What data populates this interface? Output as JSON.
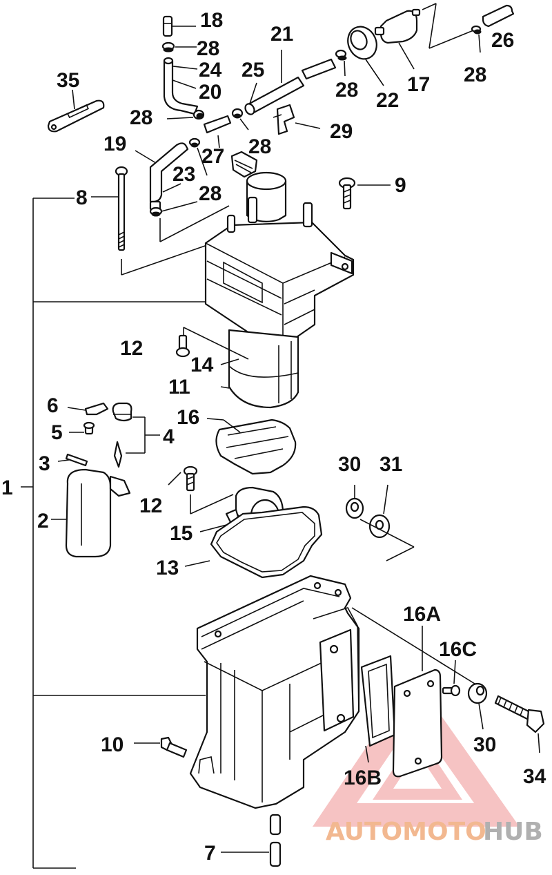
{
  "diagram": {
    "callouts": [
      {
        "id": "c18",
        "text": "18"
      },
      {
        "id": "c28a",
        "text": "28"
      },
      {
        "id": "c24",
        "text": "24"
      },
      {
        "id": "c20",
        "text": "20"
      },
      {
        "id": "c21",
        "text": "21"
      },
      {
        "id": "c25",
        "text": "25"
      },
      {
        "id": "c22",
        "text": "22"
      },
      {
        "id": "c28b",
        "text": "28"
      },
      {
        "id": "c17",
        "text": "17"
      },
      {
        "id": "c26",
        "text": "26"
      },
      {
        "id": "c28c",
        "text": "28"
      },
      {
        "id": "c35",
        "text": "35"
      },
      {
        "id": "c28d",
        "text": "28"
      },
      {
        "id": "c28e",
        "text": "28"
      },
      {
        "id": "c29",
        "text": "29"
      },
      {
        "id": "c19",
        "text": "19"
      },
      {
        "id": "c27",
        "text": "27"
      },
      {
        "id": "c23",
        "text": "23"
      },
      {
        "id": "c28f",
        "text": "28"
      },
      {
        "id": "c8",
        "text": "8"
      },
      {
        "id": "c9",
        "text": "9"
      },
      {
        "id": "c12a",
        "text": "12"
      },
      {
        "id": "c14",
        "text": "14"
      },
      {
        "id": "c11",
        "text": "11"
      },
      {
        "id": "c6",
        "text": "6"
      },
      {
        "id": "c16",
        "text": "16"
      },
      {
        "id": "c5",
        "text": "5"
      },
      {
        "id": "c4",
        "text": "4"
      },
      {
        "id": "c3",
        "text": "3"
      },
      {
        "id": "c30a",
        "text": "30"
      },
      {
        "id": "c31",
        "text": "31"
      },
      {
        "id": "c1",
        "text": "1"
      },
      {
        "id": "c12b",
        "text": "12"
      },
      {
        "id": "c2",
        "text": "2"
      },
      {
        "id": "c15",
        "text": "15"
      },
      {
        "id": "c13",
        "text": "13"
      },
      {
        "id": "c16A",
        "text": "16A"
      },
      {
        "id": "c16C",
        "text": "16C"
      },
      {
        "id": "c10",
        "text": "10"
      },
      {
        "id": "c30b",
        "text": "30"
      },
      {
        "id": "c16B",
        "text": "16B"
      },
      {
        "id": "c34",
        "text": "34"
      },
      {
        "id": "c7",
        "text": "7"
      }
    ]
  },
  "watermark": {
    "text_part1": "AUTOMOTO",
    "text_part2": "HUB",
    "color_light": "#f4b8b8",
    "color_mid": "#ee8a8a",
    "color_gray": "#b0b0b0"
  }
}
